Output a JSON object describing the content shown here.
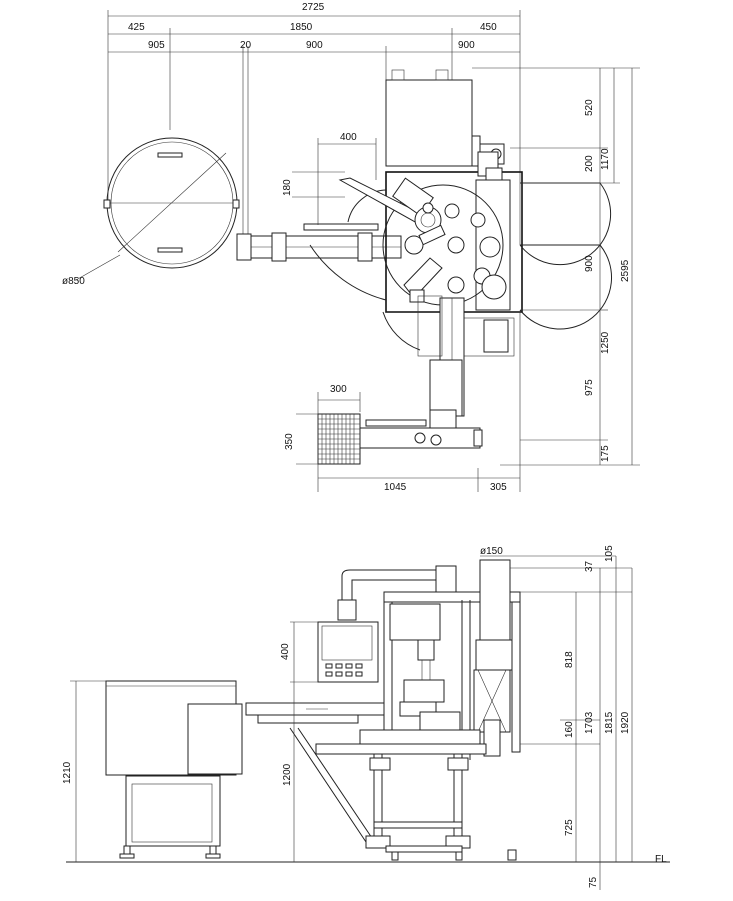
{
  "top_view": {
    "dims_top": [
      "2725",
      "425",
      "1850",
      "450",
      "905",
      "20",
      "900",
      "900"
    ],
    "dims_right": [
      "520",
      "200",
      "1170",
      "900",
      "2595",
      "1250",
      "975",
      "175"
    ],
    "dims_left": [
      "400",
      "180",
      "ø850",
      "300",
      "350"
    ],
    "dims_bottom": [
      "1045",
      "305"
    ]
  },
  "side_view": {
    "dims_top": [
      "ø150"
    ],
    "dims_right": [
      "105",
      "37",
      "818",
      "160",
      "1703",
      "1815",
      "1920",
      "725",
      "75"
    ],
    "dims_left": [
      "400",
      "1210",
      "1200"
    ],
    "floor_label": "FL"
  }
}
